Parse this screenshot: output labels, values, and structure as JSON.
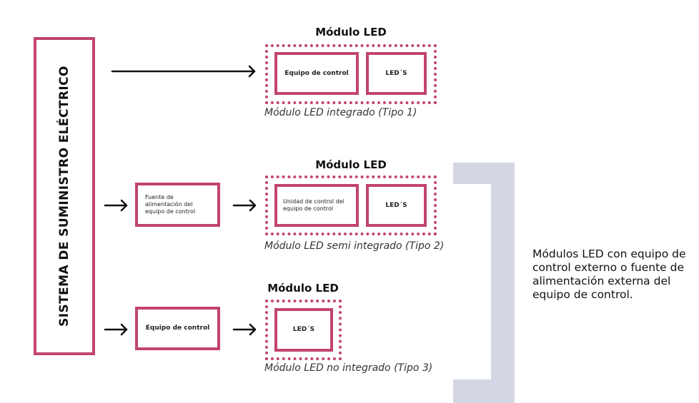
{
  "colors": {
    "accent": "#c2446e",
    "bracket": "#d5d6e3",
    "text": "#111111"
  },
  "supply": {
    "label": "SISTEMA DE SUMINISTRO ELÉCTRICO"
  },
  "rows": [
    {
      "module_title": "Módulo LED",
      "pre_boxes": [],
      "inner_boxes": [
        "Equipo de control",
        "LED´S"
      ],
      "caption": "Módulo LED integrado (Tipo 1)"
    },
    {
      "module_title": "Módulo LED",
      "pre_boxes": [
        "Fuente de alimentación del equipo de control"
      ],
      "inner_boxes": [
        "Unidad de control del equipo de control",
        "LED´S"
      ],
      "caption": "Módulo LED semi integrado (Tipo 2)"
    },
    {
      "module_title": "Módulo LED",
      "pre_boxes": [
        "Equipo de control"
      ],
      "inner_boxes": [
        "LED´S"
      ],
      "caption": "Módulo LED no integrado (Tipo 3)"
    }
  ],
  "bracket_note": "Módulos LED con equipo de control externo o fuente de alimentación externa del equipo de control.",
  "icons": {
    "arrow": "arrow-right-icon"
  }
}
